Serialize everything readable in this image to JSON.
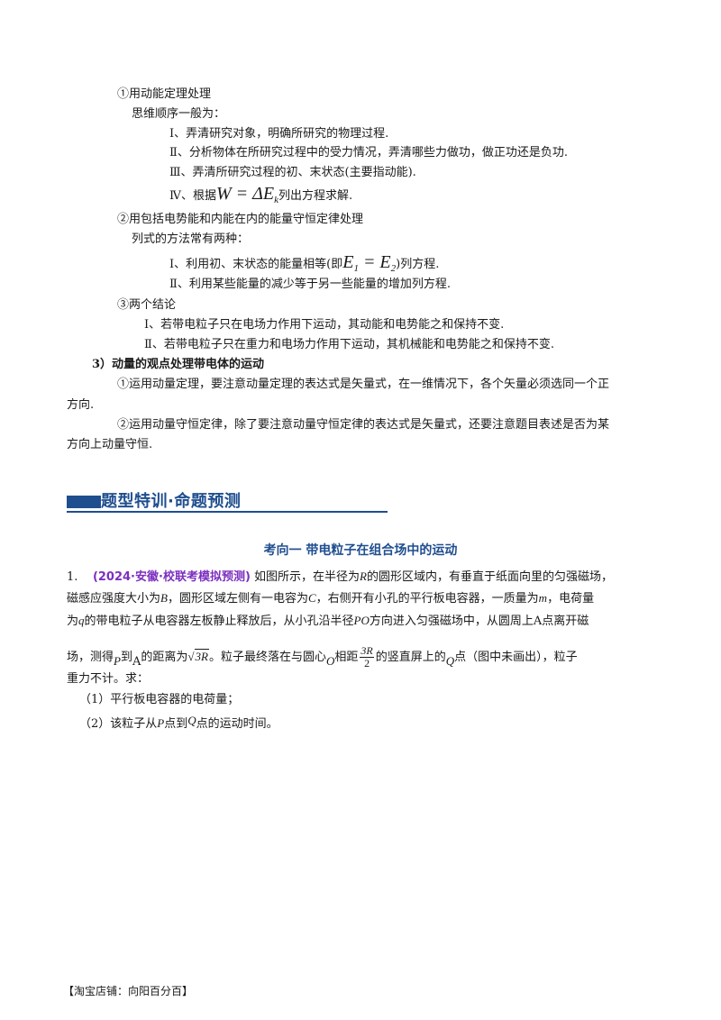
{
  "part1": {
    "s1_heading": "①用动能定理处理",
    "s1_intro": "思维顺序一般为：",
    "s1_i": "Ⅰ、弄清研究对象，明确所研究的物理过程.",
    "s1_ii": "Ⅱ、分析物体在所研究过程中的受力情况，弄清哪些力做功，做正功还是负功.",
    "s1_iii": "Ⅲ、弄清所研究过程的初、末状态(主要指动能).",
    "s1_iv_pre": "Ⅳ、根据",
    "s1_iv_formula": "W = ΔE",
    "s1_iv_sub": "k",
    "s1_iv_post": "列出方程求解.",
    "s2_heading": "②用包括电势能和内能在内的能量守恒定律处理",
    "s2_intro": "列式的方法常有两种：",
    "s2_i_pre": "Ⅰ、利用初、末状态的能量相等(即",
    "s2_i_e1": "E",
    "s2_i_sub1": "1",
    "s2_i_eq": " = E",
    "s2_i_sub2": "2",
    "s2_i_post": ")列方程.",
    "s2_ii": "Ⅱ、利用某些能量的减少等于另一些能量的增加列方程.",
    "s3_heading": "③两个结论",
    "s3_i": "Ⅰ、若带电粒子只在电场力作用下运动，其动能和电势能之和保持不变.",
    "s3_ii": "Ⅱ、若带电粒子只在重力和电场力作用下运动，其机械能和电势能之和保持不变.",
    "h3": "3）动量的观点处理带电体的运动",
    "p3a_1": "①运用动量定理，要注意动量定理的表达式是矢量式，在一维情况下，各个矢量必须选同一个正",
    "p3a_2": "方向.",
    "p3b_1": "②运用动量守恒定律，除了要注意动量守恒定律的表达式是矢量式，还要注意题目表述是否为某",
    "p3b_2": "方向上动量守恒."
  },
  "banner": {
    "title": "题型特训·命题预测"
  },
  "section": {
    "title": "考向一  带电粒子在组合场中的运动"
  },
  "problem": {
    "number": "1.",
    "tag": "(2024·安徽·校联考模拟预测)",
    "l1_a": "如图所示，在半径为",
    "R": "R",
    "l1_b": "的圆形区域内，有垂直于纸面向里的匀强磁场，",
    "l2_a": "磁感应强度大小为",
    "B": "B",
    "l2_b": "，圆形区域左侧有一电容为",
    "C": "C",
    "l2_c": "，右侧开有小孔的平行板电容器，一质量为",
    "m": "m",
    "l2_d": "，电荷量",
    "l3_a": "为",
    "q": "q",
    "l3_b": "的带电粒子从电容器左板静止释放后，从小孔沿半径",
    "PO": "PO",
    "l3_c": "方向进入匀强磁场中，从圆周上",
    "A": "A",
    "l3_d": "点离开磁",
    "l4_a": "场，测得",
    "P": "P",
    "l4_b": "到",
    "l4_c": "的距离为",
    "sqrt3": "√",
    "sqrt3_radicand": "3R",
    "l4_d": "。粒子最终落在与圆心",
    "O": "O",
    "l4_e": "相距",
    "frac_num": "3R",
    "frac_den": "2",
    "l4_f": "的竖直屏上的",
    "Q": "Q",
    "l4_g": "点（图中未画出），粒子",
    "l5": "重力不计。求：",
    "q1": "（1）平行板电容器的电荷量；",
    "q2_a": "（2）该粒子从",
    "q2_b": "点到",
    "q2_c": "点的运动时间。"
  },
  "footer": {
    "text": "【淘宝店铺：向阳百分百】"
  }
}
